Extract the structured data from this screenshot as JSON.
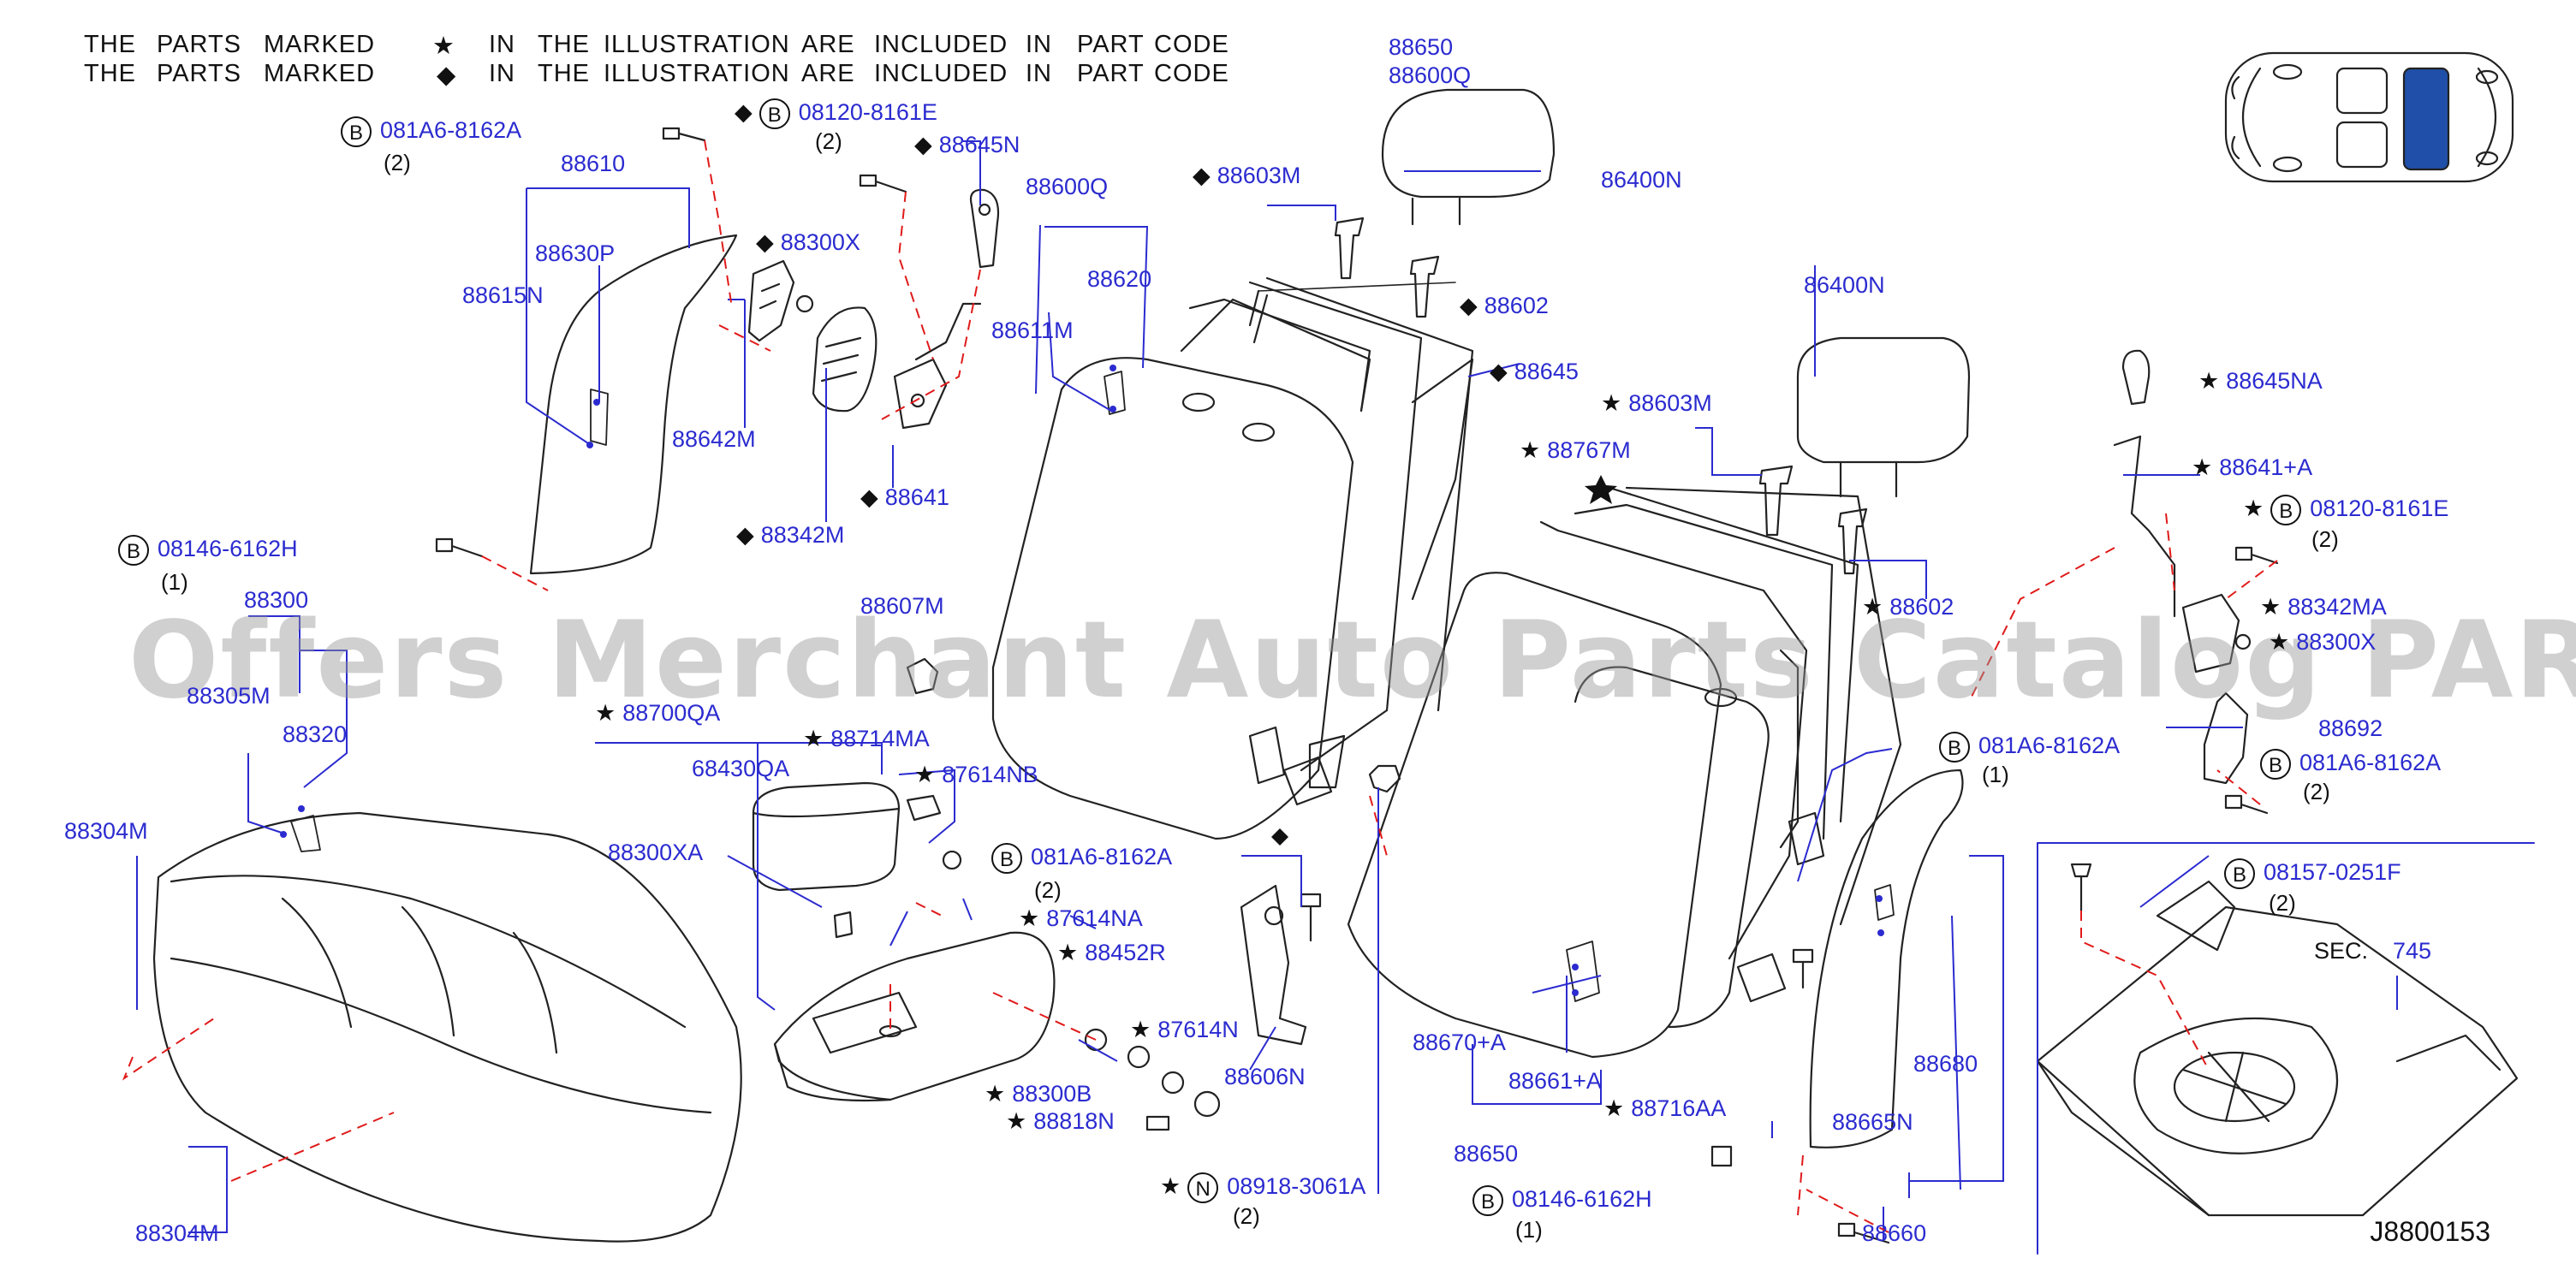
{
  "header": {
    "line1": [
      "THE",
      "PARTS",
      "MARKED",
      "★",
      "IN",
      "THE",
      "ILLUSTRATION",
      "ARE",
      "INCLUDED",
      "IN",
      "PART",
      "CODE"
    ],
    "line2": [
      "THE",
      "PARTS",
      "MARKED",
      "◆",
      "IN",
      "THE",
      "ILLUSTRATION",
      "ARE",
      "INCLUDED",
      "IN",
      "PART",
      "CODE"
    ]
  },
  "labels": {
    "l1": {
      "sym": "",
      "circle": "B",
      "text": "081A6-8162A"
    },
    "l2": {
      "sym": "◆",
      "circle": "B",
      "text": "08120-8161E"
    },
    "l3": {
      "sym": "",
      "circle": "",
      "text": "88610"
    },
    "l4": {
      "sym": "◆",
      "circle": "",
      "text": "88645N"
    },
    "l5": {
      "sym": "",
      "circle": "",
      "text": "88630P"
    },
    "l6": {
      "sym": "◆",
      "circle": "",
      "text": "88300X"
    },
    "l7": {
      "sym": "",
      "circle": "",
      "text": "88615N"
    },
    "l8": {
      "sym": "",
      "circle": "",
      "text": "88642M"
    },
    "l9": {
      "sym": "◆",
      "circle": "",
      "text": "88641"
    },
    "l10": {
      "sym": "◆",
      "circle": "",
      "text": "88342M"
    },
    "l11": {
      "sym": "",
      "circle": "B",
      "text": "08146-6162H"
    },
    "l12": {
      "sym": "",
      "circle": "",
      "text": "88300"
    },
    "l13": {
      "sym": "",
      "circle": "",
      "text": "88305M"
    },
    "l14": {
      "sym": "",
      "circle": "",
      "text": "88320"
    },
    "l15": {
      "sym": "",
      "circle": "",
      "text": "88304M"
    },
    "l16": {
      "sym": "",
      "circle": "",
      "text": "88304M"
    },
    "l17": {
      "sym": "",
      "circle": "",
      "text": "88600Q"
    },
    "l18": {
      "sym": "",
      "circle": "",
      "text": "88620"
    },
    "l19": {
      "sym": "",
      "circle": "",
      "text": "88611M"
    },
    "l20": {
      "sym": "",
      "circle": "",
      "text": "88607M"
    },
    "l21": {
      "sym": "",
      "circle": "",
      "text": "88650"
    },
    "l22": {
      "sym": "",
      "circle": "",
      "text": "88600Q"
    },
    "l23": {
      "sym": "",
      "circle": "",
      "text": "86400N"
    },
    "l24": {
      "sym": "◆",
      "circle": "",
      "text": "88603M"
    },
    "l25": {
      "sym": "◆",
      "circle": "",
      "text": "88602"
    },
    "l26": {
      "sym": "◆",
      "circle": "",
      "text": "88645"
    },
    "l27": {
      "sym": "",
      "circle": "",
      "text": "86400N"
    },
    "l28": {
      "sym": "★",
      "circle": "",
      "text": "88603M"
    },
    "l29": {
      "sym": "★",
      "circle": "",
      "text": "88767M"
    },
    "l30": {
      "sym": "★",
      "circle": "",
      "text": "88602"
    },
    "l31": {
      "sym": "★",
      "circle": "",
      "text": "88645NA"
    },
    "l32": {
      "sym": "★",
      "circle": "",
      "text": "88641+A"
    },
    "l33": {
      "sym": "★",
      "circle": "B",
      "text": "08120-8161E"
    },
    "l34": {
      "sym": "★",
      "circle": "",
      "text": "88342MA"
    },
    "l35": {
      "sym": "★",
      "circle": "",
      "text": "88300X"
    },
    "l36": {
      "sym": "",
      "circle": "B",
      "text": "081A6-8162A"
    },
    "l37": {
      "sym": "",
      "circle": "",
      "text": "88692"
    },
    "l38": {
      "sym": "",
      "circle": "B",
      "text": "081A6-8162A"
    },
    "l39": {
      "sym": "",
      "circle": "B",
      "text": "08157-0251F"
    },
    "l40": {
      "sym": "★",
      "circle": "",
      "text": "88700QA"
    },
    "l41": {
      "sym": "★",
      "circle": "",
      "text": "88714MA"
    },
    "l42": {
      "sym": "",
      "circle": "",
      "text": "68430QA"
    },
    "l43": {
      "sym": "★",
      "circle": "",
      "text": "87614NB"
    },
    "l44": {
      "sym": "",
      "circle": "",
      "text": "88300XA"
    },
    "l45": {
      "sym": "",
      "circle": "B",
      "text": "081A6-8162A"
    },
    "l46": {
      "sym": "★",
      "circle": "",
      "text": "87614NA"
    },
    "l47": {
      "sym": "★",
      "circle": "",
      "text": "88452R"
    },
    "l48": {
      "sym": "★",
      "circle": "",
      "text": "87614N"
    },
    "l49": {
      "sym": "★",
      "circle": "",
      "text": "88300B"
    },
    "l50": {
      "sym": "★",
      "circle": "",
      "text": "88818N"
    },
    "l51": {
      "sym": "",
      "circle": "",
      "text": "88606N"
    },
    "l52": {
      "sym": "★",
      "circle": "N",
      "text": "08918-3061A"
    },
    "l53": {
      "sym": "",
      "circle": "",
      "text": "88670+A"
    },
    "l54": {
      "sym": "",
      "circle": "",
      "text": "88661+A"
    },
    "l55": {
      "sym": "",
      "circle": "",
      "text": "88650"
    },
    "l56": {
      "sym": "★",
      "circle": "",
      "text": "88716AA"
    },
    "l57": {
      "sym": "",
      "circle": "B",
      "text": "08146-6162H"
    },
    "l58": {
      "sym": "",
      "circle": "",
      "text": "88680"
    },
    "l59": {
      "sym": "",
      "circle": "",
      "text": "88665N"
    },
    "l60": {
      "sym": "",
      "circle": "",
      "text": "88660"
    },
    "l61": {
      "sym": "",
      "circle": "",
      "text": "SEC."
    },
    "l62": {
      "sym": "",
      "circle": "",
      "text": "745"
    }
  },
  "quantities": {
    "q1": "(2)",
    "q2": "(2)",
    "q3": "(1)",
    "q4": "(2)",
    "q5": "(1)",
    "q6": "(2)",
    "q7": "(2)",
    "q8": "(2)",
    "q9": "(2)",
    "q10": "(1)"
  },
  "watermark": "Offers Merchant Auto Parts Catalog PARTSTORE.SA",
  "diagram_code": "J8800153",
  "colors": {
    "label": "#2b2bd0",
    "line": "#2b2bd0",
    "dash": "#e01a1a",
    "part": "#222222",
    "highlight": "#1f4fa8"
  }
}
